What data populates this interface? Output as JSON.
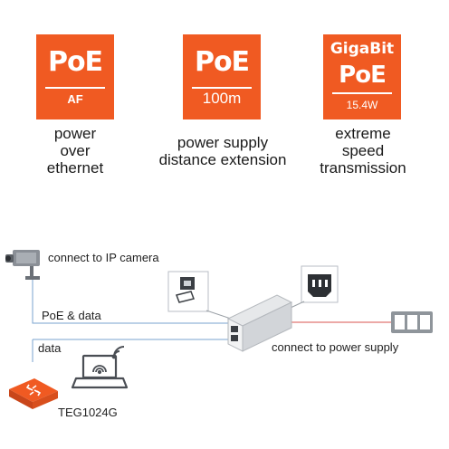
{
  "features": [
    {
      "title": "PoE",
      "subtitle": "AF",
      "caption": [
        "power",
        "over",
        "ethernet"
      ]
    },
    {
      "title": "PoE",
      "subtitle": "100m",
      "caption": [
        "power supply",
        "distance extension"
      ]
    },
    {
      "title_top": "GigaBit",
      "title": "PoE",
      "subtitle": "15.4W",
      "caption": [
        "extreme",
        "speed",
        "transmission"
      ]
    }
  ],
  "diagram": {
    "camera_label": "connect to IP camera",
    "poe_label": "PoE & data",
    "data_label": "data",
    "power_label": "connect to power supply",
    "router_label": "TEG1024G"
  },
  "colors": {
    "accent": "#f05a22",
    "line_blue": "#7aa3cf",
    "line_red": "#d9534f"
  }
}
